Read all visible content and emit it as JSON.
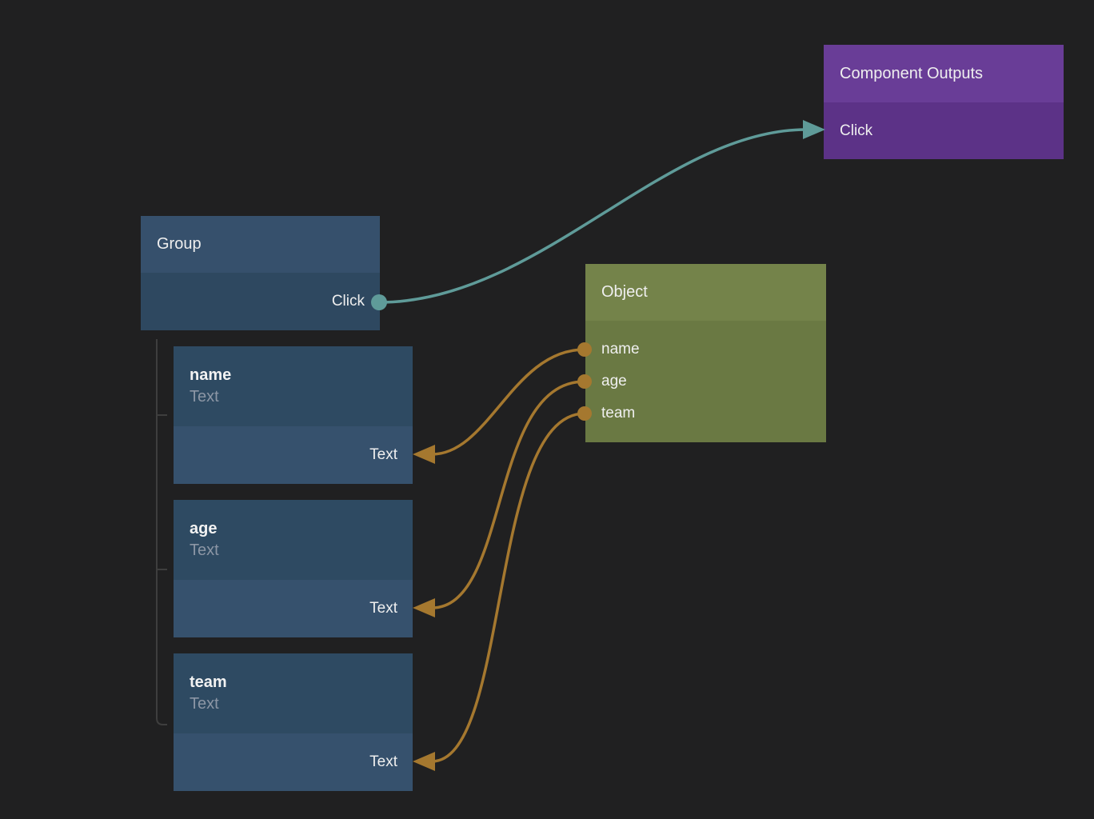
{
  "canvas": {
    "background": "#202021"
  },
  "colors": {
    "edge_teal": "#5F9B99",
    "edge_orange": "#A5782F",
    "tree_line": "#3E3E3E",
    "blue_header": "#36506C",
    "blue_body": "#2E4860",
    "purple_header": "#693D97",
    "purple_body": "#5C3287",
    "olive_header": "#74834A",
    "olive_body": "#6A7943"
  },
  "nodes": {
    "group": {
      "title": "Group",
      "output_label": "Click"
    },
    "component_outputs": {
      "title": "Component Outputs",
      "input_label": "Click"
    },
    "object": {
      "title": "Object",
      "outputs": [
        "name",
        "age",
        "team"
      ]
    },
    "props": [
      {
        "title": "name",
        "subtitle": "Text",
        "input_label": "Text"
      },
      {
        "title": "age",
        "subtitle": "Text",
        "input_label": "Text"
      },
      {
        "title": "team",
        "subtitle": "Text",
        "input_label": "Text"
      }
    ]
  }
}
